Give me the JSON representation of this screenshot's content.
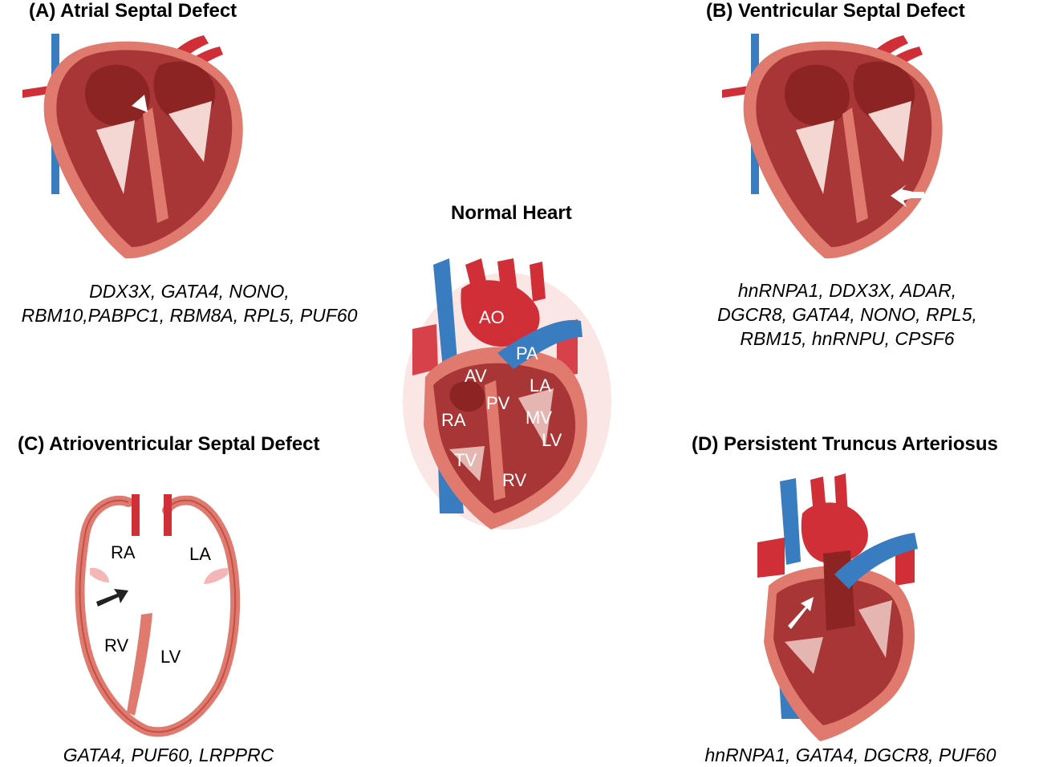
{
  "panels": {
    "a": {
      "title": "(A) Atrial Septal Defect",
      "genes": [
        "DDX3X, GATA4, NONO,",
        "RBM10,PABPC1, RBM8A, RPL5, PUF60"
      ]
    },
    "b": {
      "title": "(B) Ventricular Septal Defect",
      "genes": [
        "hnRNPA1, DDX3X, ADAR,",
        "DGCR8, GATA4, NONO, RPL5,",
        "RBM15, hnRNPU, CPSF6"
      ]
    },
    "c": {
      "title": "(C) Atrioventricular Septal Defect",
      "genes": [
        "GATA4, PUF60, LRPPRC"
      ],
      "labels": {
        "ra": "RA",
        "la": "LA",
        "rv": "RV",
        "lv": "LV"
      }
    },
    "d": {
      "title": "(D) Persistent Truncus Arteriosus",
      "genes": [
        "hnRNPA1, GATA4, DGCR8, PUF60"
      ]
    },
    "normal": {
      "title": "Normal Heart",
      "labels": {
        "ao": "AO",
        "pa": "PA",
        "av": "AV",
        "la": "LA",
        "pv": "PV",
        "ra": "RA",
        "mv": "MV",
        "tv": "TV",
        "lv": "LV",
        "rv": "RV"
      }
    }
  },
  "colors": {
    "vein": "#3a7cc0",
    "artery": "#d12f38",
    "muscle": "#e07a6e",
    "chamber": "#a83636",
    "dark": "#8c2424",
    "valve": "#f4d6d2"
  }
}
